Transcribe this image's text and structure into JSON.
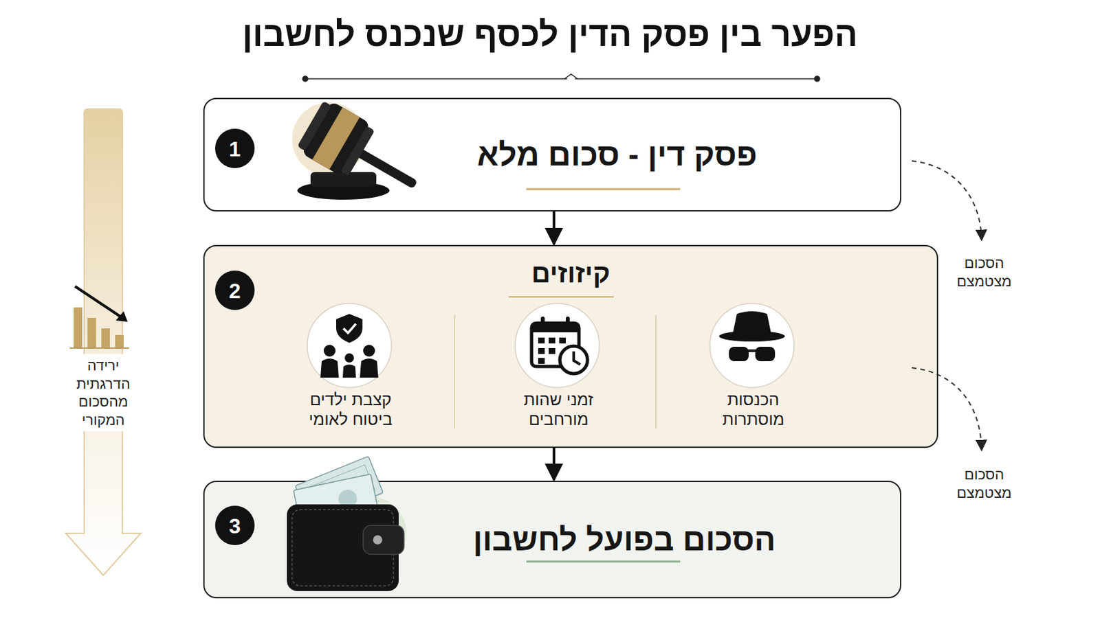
{
  "diagram": {
    "title": "הפער בין פסק הדין לכסף שנכנס לחשבון",
    "nodes": [
      {
        "text": [
          "פסק דין - סכום מלא"
        ]
      },
      {
        "text": [
          "קיזוזים"
        ]
      },
      {
        "text": [
          "הכנסות מוסתרות"
        ],
        "in": 1
      },
      {
        "text": [
          "זמני שהות מורחבים"
        ],
        "in": 1
      },
      {
        "text": [
          "קצבת ילדים ביטוח לאומי"
        ],
        "in": 1
      },
      {
        "text": [
          "הסכום בפועל לחשבון"
        ]
      }
    ],
    "edges": [
      {
        "from": 0,
        "to": 1,
        "arrow": "to"
      },
      {
        "from": 1,
        "to": 5,
        "arrow": "to"
      }
    ],
    "labels": [
      "1",
      "2",
      "3",
      "הסכום מצטמצם",
      "הסכום מצטמצם",
      "ירידה הדרגתית מהסכום המקורי"
    ]
  }
}
